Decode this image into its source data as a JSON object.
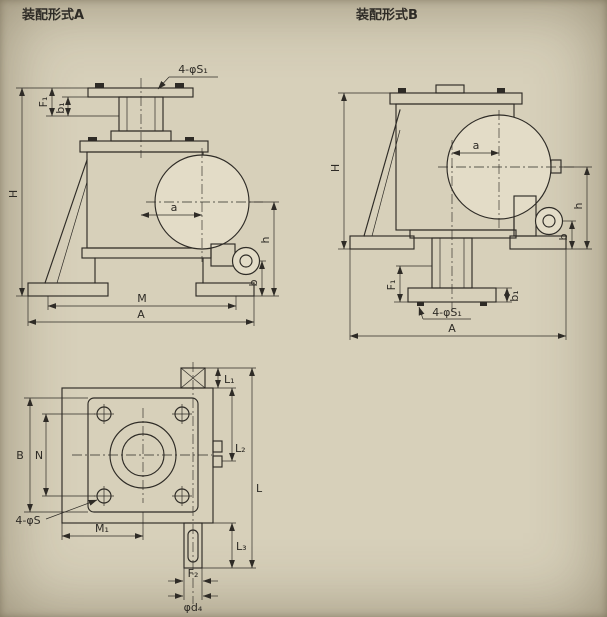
{
  "page": {
    "colors": {
      "paper": "#d7d0ba",
      "line": "#2e2b26",
      "boss_fill": "#e3dcc7"
    }
  },
  "views": {
    "a": {
      "title": "装配形式A",
      "labels": {
        "s1": "4-φS₁",
        "f1": "F₁",
        "b1": "b₁",
        "H": "H",
        "a": "a",
        "h": "h",
        "b": "b",
        "M": "M",
        "A": "A"
      }
    },
    "b": {
      "title": "装配形式B",
      "labels": {
        "a": "a",
        "H": "H",
        "h": "h",
        "b": "b",
        "f1": "F₁",
        "b1": "b₁",
        "s1": "4-φS₁",
        "A": "A"
      }
    },
    "plan": {
      "labels": {
        "L1": "L₁",
        "L2": "L₂",
        "L": "L",
        "L3": "L₃",
        "B": "B",
        "N": "N",
        "s": "4-φS",
        "M1": "M₁",
        "F2": "F₂",
        "d4": "φd₄"
      }
    }
  }
}
